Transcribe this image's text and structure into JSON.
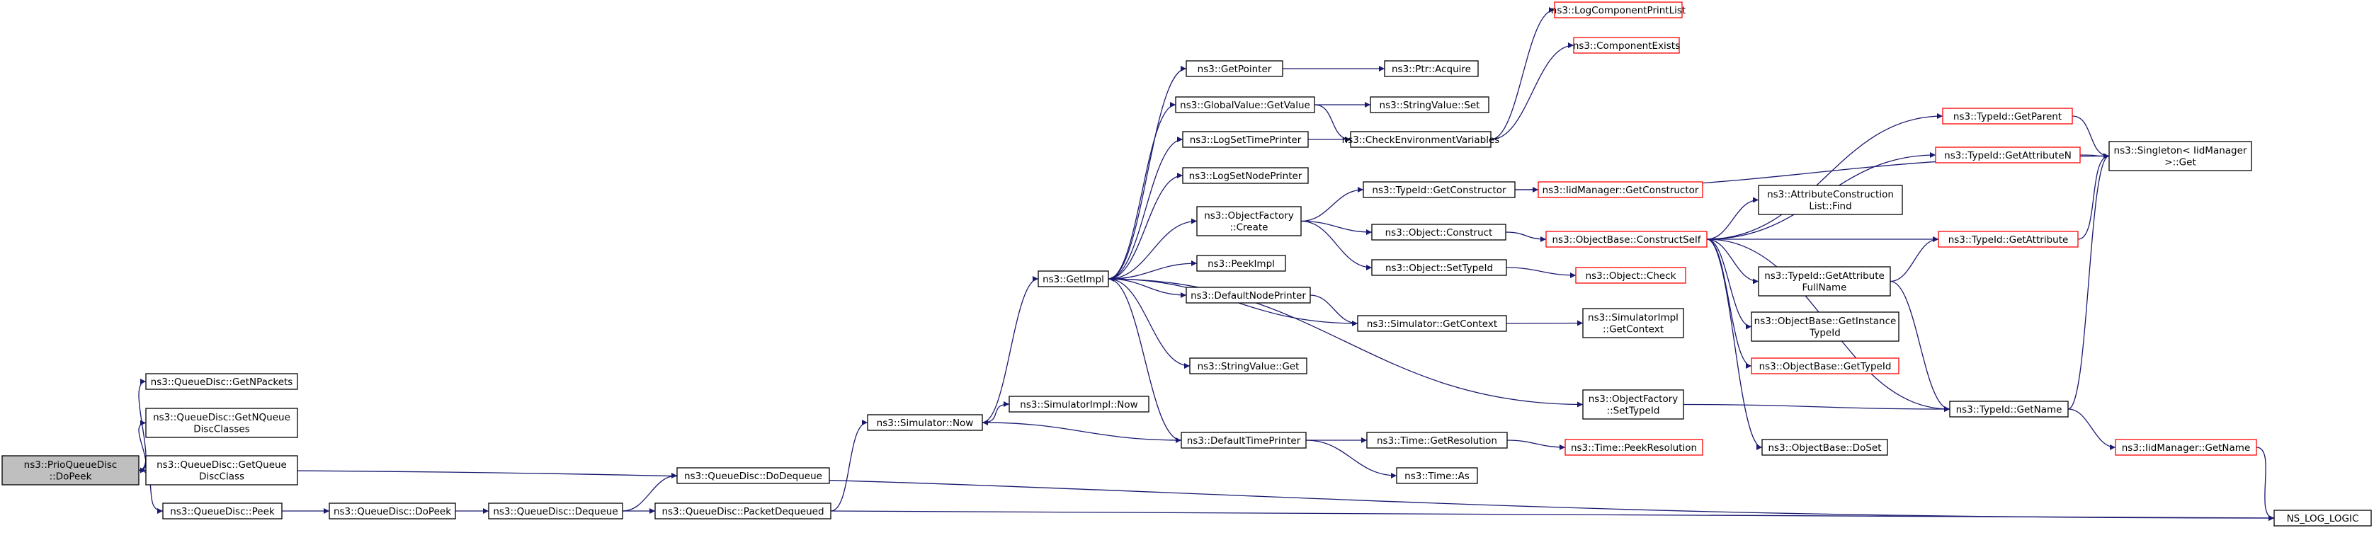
{
  "title": "",
  "colors": {
    "edge": "#191970",
    "normal_border": "#000000",
    "red_border": "#ff0000",
    "root_fill": "#bfbfbf"
  },
  "nodes": {
    "root": {
      "lines": [
        "ns3::PrioQueueDisc",
        "::DoPeek"
      ],
      "style": "root"
    },
    "getnpackets": {
      "lines": [
        "ns3::QueueDisc::GetNPackets"
      ],
      "style": "normal"
    },
    "getnqueueclasses": {
      "lines": [
        "ns3::QueueDisc::GetNQueue",
        "DiscClasses"
      ],
      "style": "normal"
    },
    "getqueueclass": {
      "lines": [
        "ns3::QueueDisc::GetQueue",
        "DiscClass"
      ],
      "style": "normal"
    },
    "peek": {
      "lines": [
        "ns3::QueueDisc::Peek"
      ],
      "style": "normal"
    },
    "qd_dopeek": {
      "lines": [
        "ns3::QueueDisc::DoPeek"
      ],
      "style": "normal"
    },
    "dequeue": {
      "lines": [
        "ns3::QueueDisc::Dequeue"
      ],
      "style": "normal"
    },
    "dodequeue": {
      "lines": [
        "ns3::QueueDisc::DoDequeue"
      ],
      "style": "normal"
    },
    "packetdequeued": {
      "lines": [
        "ns3::QueueDisc::PacketDequeued"
      ],
      "style": "normal"
    },
    "sim_now": {
      "lines": [
        "ns3::Simulator::Now"
      ],
      "style": "normal"
    },
    "simimpl_now": {
      "lines": [
        "ns3::SimulatorImpl::Now"
      ],
      "style": "normal"
    },
    "getimpl": {
      "lines": [
        "ns3::GetImpl"
      ],
      "style": "normal"
    },
    "getpointer": {
      "lines": [
        "ns3::GetPointer"
      ],
      "style": "normal"
    },
    "ptr_acquire": {
      "lines": [
        "ns3::Ptr::Acquire"
      ],
      "style": "normal"
    },
    "gv_getvalue": {
      "lines": [
        "ns3::GlobalValue::GetValue"
      ],
      "style": "normal"
    },
    "sv_set": {
      "lines": [
        "ns3::StringValue::Set"
      ],
      "style": "normal"
    },
    "logsettime": {
      "lines": [
        "ns3::LogSetTimePrinter"
      ],
      "style": "normal"
    },
    "checkenv": {
      "lines": [
        "ns3::CheckEnvironmentVariables"
      ],
      "style": "normal"
    },
    "logprintlist": {
      "lines": [
        "ns3::LogComponentPrintList"
      ],
      "style": "red"
    },
    "compexists": {
      "lines": [
        "ns3::ComponentExists"
      ],
      "style": "red"
    },
    "logsetnode": {
      "lines": [
        "ns3::LogSetNodePrinter"
      ],
      "style": "normal"
    },
    "of_create": {
      "lines": [
        "ns3::ObjectFactory",
        "::Create"
      ],
      "style": "normal"
    },
    "tid_getctor": {
      "lines": [
        "ns3::TypeId::GetConstructor"
      ],
      "style": "normal"
    },
    "iid_getctor": {
      "lines": [
        "ns3::IidManager::GetConstructor"
      ],
      "style": "red"
    },
    "obj_construct": {
      "lines": [
        "ns3::Object::Construct"
      ],
      "style": "normal"
    },
    "ob_constructself": {
      "lines": [
        "ns3::ObjectBase::ConstructSelf"
      ],
      "style": "red"
    },
    "obj_settypeid": {
      "lines": [
        "ns3::Object::SetTypeId"
      ],
      "style": "normal"
    },
    "obj_check": {
      "lines": [
        "ns3::Object::Check"
      ],
      "style": "red"
    },
    "peekimpl": {
      "lines": [
        "ns3::PeekImpl"
      ],
      "style": "normal"
    },
    "defnodeprinter": {
      "lines": [
        "ns3::DefaultNodePrinter"
      ],
      "style": "normal"
    },
    "sim_getcontext": {
      "lines": [
        "ns3::Simulator::GetContext"
      ],
      "style": "normal"
    },
    "simimpl_getcontext": {
      "lines": [
        "ns3::SimulatorImpl",
        "::GetContext"
      ],
      "style": "normal"
    },
    "sv_get": {
      "lines": [
        "ns3::StringValue::Get"
      ],
      "style": "normal"
    },
    "of_settypeid": {
      "lines": [
        "ns3::ObjectFactory",
        "::SetTypeId"
      ],
      "style": "normal"
    },
    "deftimeprinter": {
      "lines": [
        "ns3::DefaultTimePrinter"
      ],
      "style": "normal"
    },
    "time_getres": {
      "lines": [
        "ns3::Time::GetResolution"
      ],
      "style": "normal"
    },
    "time_peekres": {
      "lines": [
        "ns3::Time::PeekResolution"
      ],
      "style": "red"
    },
    "time_as": {
      "lines": [
        "ns3::Time::As"
      ],
      "style": "normal"
    },
    "tid_getparent": {
      "lines": [
        "ns3::TypeId::GetParent"
      ],
      "style": "red"
    },
    "tid_getattrn": {
      "lines": [
        "ns3::TypeId::GetAttributeN"
      ],
      "style": "red"
    },
    "singleton_get": {
      "lines": [
        "ns3::Singleton< IidManager",
        " >::Get"
      ],
      "style": "normal"
    },
    "acl_find": {
      "lines": [
        "ns3::AttributeConstruction",
        "List::Find"
      ],
      "style": "normal"
    },
    "tid_getattr": {
      "lines": [
        "ns3::TypeId::GetAttribute"
      ],
      "style": "red"
    },
    "tid_getattrfull": {
      "lines": [
        "ns3::TypeId::GetAttribute",
        "FullName"
      ],
      "style": "normal"
    },
    "ob_getinstancetid": {
      "lines": [
        "ns3::ObjectBase::GetInstance",
        "TypeId"
      ],
      "style": "normal"
    },
    "ob_gettypeid": {
      "lines": [
        "ns3::ObjectBase::GetTypeId"
      ],
      "style": "red"
    },
    "tid_getname": {
      "lines": [
        "ns3::TypeId::GetName"
      ],
      "style": "normal"
    },
    "ob_doset": {
      "lines": [
        "ns3::ObjectBase::DoSet"
      ],
      "style": "normal"
    },
    "iid_getname": {
      "lines": [
        "ns3::IidManager::GetName"
      ],
      "style": "red"
    },
    "ns_log_logic": {
      "lines": [
        "NS_LOG_LOGIC"
      ],
      "style": "normal"
    }
  },
  "edges": [
    [
      "root",
      "getnpackets"
    ],
    [
      "root",
      "getnqueueclasses"
    ],
    [
      "root",
      "getqueueclass"
    ],
    [
      "root",
      "peek"
    ],
    [
      "root",
      "ns_log_logic"
    ],
    [
      "peek",
      "qd_dopeek"
    ],
    [
      "qd_dopeek",
      "dequeue"
    ],
    [
      "dequeue",
      "dodequeue"
    ],
    [
      "dequeue",
      "packetdequeued"
    ],
    [
      "packetdequeued",
      "sim_now"
    ],
    [
      "packetdequeued",
      "ns_log_logic"
    ],
    [
      "sim_now",
      "getimpl"
    ],
    [
      "sim_now",
      "simimpl_now"
    ],
    [
      "getimpl",
      "getpointer"
    ],
    [
      "getimpl",
      "gv_getvalue"
    ],
    [
      "getimpl",
      "logsettime"
    ],
    [
      "getimpl",
      "logsetnode"
    ],
    [
      "getimpl",
      "of_create"
    ],
    [
      "getimpl",
      "peekimpl"
    ],
    [
      "getimpl",
      "defnodeprinter"
    ],
    [
      "getimpl",
      "sv_get"
    ],
    [
      "getimpl",
      "of_settypeid"
    ],
    [
      "getimpl",
      "deftimeprinter"
    ],
    [
      "getpointer",
      "ptr_acquire"
    ],
    [
      "gv_getvalue",
      "sv_set"
    ],
    [
      "gv_getvalue",
      "checkenv"
    ],
    [
      "logsettime",
      "checkenv"
    ],
    [
      "checkenv",
      "logprintlist"
    ],
    [
      "checkenv",
      "compexists"
    ],
    [
      "of_create",
      "tid_getctor"
    ],
    [
      "of_create",
      "obj_construct"
    ],
    [
      "of_create",
      "obj_settypeid"
    ],
    [
      "tid_getctor",
      "iid_getctor"
    ],
    [
      "tid_getctor",
      "singleton_get"
    ],
    [
      "obj_construct",
      "ob_constructself"
    ],
    [
      "obj_settypeid",
      "obj_check"
    ],
    [
      "defnodeprinter",
      "sim_getcontext"
    ],
    [
      "sim_getcontext",
      "getimpl"
    ],
    [
      "sim_getcontext",
      "simimpl_getcontext"
    ],
    [
      "of_settypeid",
      "tid_getname"
    ],
    [
      "deftimeprinter",
      "sim_now"
    ],
    [
      "deftimeprinter",
      "time_getres"
    ],
    [
      "deftimeprinter",
      "time_as"
    ],
    [
      "time_getres",
      "time_peekres"
    ],
    [
      "ob_constructself",
      "tid_getparent"
    ],
    [
      "ob_constructself",
      "tid_getattrn"
    ],
    [
      "ob_constructself",
      "acl_find"
    ],
    [
      "ob_constructself",
      "tid_getattr"
    ],
    [
      "ob_constructself",
      "tid_getattrfull"
    ],
    [
      "ob_constructself",
      "ob_getinstancetid"
    ],
    [
      "ob_constructself",
      "ob_gettypeid"
    ],
    [
      "ob_constructself",
      "tid_getname"
    ],
    [
      "ob_constructself",
      "ob_doset"
    ],
    [
      "tid_getparent",
      "singleton_get"
    ],
    [
      "tid_getattrn",
      "singleton_get"
    ],
    [
      "tid_getattr",
      "singleton_get"
    ],
    [
      "tid_getattrfull",
      "tid_getattr"
    ],
    [
      "tid_getattrfull",
      "tid_getname"
    ],
    [
      "tid_getname",
      "singleton_get"
    ],
    [
      "tid_getname",
      "iid_getname"
    ],
    [
      "iid_getname",
      "ns_log_logic"
    ]
  ]
}
